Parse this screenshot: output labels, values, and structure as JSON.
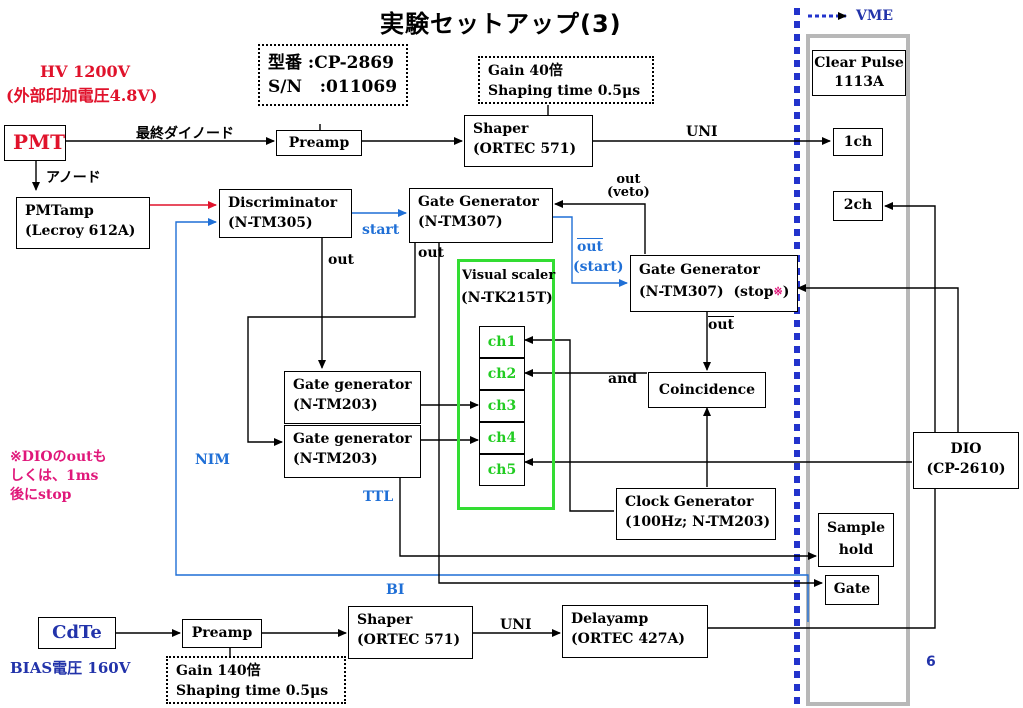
{
  "title": "実験セットアップ(3)",
  "page_number": "6",
  "vme": {
    "label": "VME",
    "clear_pulse": [
      "Clear Pulse",
      "1113A"
    ],
    "ch1": "1ch",
    "ch2": "2ch",
    "sample_hold": [
      "Sample",
      "hold"
    ],
    "gate": "Gate"
  },
  "hv": {
    "line1": "HV 1200V",
    "line2": "(外部印加電圧4.8V)"
  },
  "pmt": {
    "label": "PMT",
    "last_dynode": "最終ダイノード",
    "anode": "アノード"
  },
  "preamp_note": {
    "line1": "型番 :CP-2869",
    "line2": "S/N   :011069"
  },
  "gain_note_top": {
    "line1": "Gain 40倍",
    "line2": "Shaping time 0.5μs"
  },
  "preamp_top": "Preamp",
  "shaper_top": [
    "Shaper",
    "(ORTEC 571)"
  ],
  "uni_top": "UNI",
  "pmtamp": [
    "PMTamp",
    "(Lecroy 612A)"
  ],
  "discriminator": [
    "Discriminator",
    "(N-TM305)"
  ],
  "gate_gen1": [
    "Gate Generator",
    "(N-TM307)"
  ],
  "gate_gen2": [
    "Gate Generator",
    "(N-TM307)"
  ],
  "stop_label": "(stop",
  "stop_mark": "※",
  "stop_close": ")",
  "out_veto": [
    "out",
    "(veto)"
  ],
  "out_start": [
    "out",
    "(start)"
  ],
  "out_bar": "out",
  "start_label": "start",
  "out_disc": "out",
  "out_gg1": "out",
  "scaler": {
    "title": "Visual scaler",
    "model": "(N-TK215T)",
    "channels": [
      "ch1",
      "ch2",
      "ch3",
      "ch4",
      "ch5"
    ]
  },
  "gg203a": [
    "Gate generator",
    "(N-TM203)"
  ],
  "gg203b": [
    "Gate generator",
    "(N-TM203)"
  ],
  "coincidence": "Coincidence",
  "and_label": "and",
  "clock": [
    "Clock Generator",
    "(100Hz; N-TM203)"
  ],
  "dio": [
    "DIO",
    "(CP-2610)"
  ],
  "dio_note": [
    "※DIOのoutも",
    "しくは、1ms",
    "後にstop"
  ],
  "nim": "NIM",
  "ttl": "TTL",
  "bi": "BI",
  "cdte": {
    "label": "CdTe",
    "bias": "BIAS電圧 160V"
  },
  "preamp_bottom": "Preamp",
  "shaper_bottom": [
    "Shaper",
    "(ORTEC 571)"
  ],
  "uni_bottom": "UNI",
  "delayamp": [
    "Delayamp",
    "(ORTEC 427A)"
  ],
  "gain_note_bottom": {
    "line1": "Gain 140倍",
    "line2": "Shaping time 0.5μs"
  },
  "colors": {
    "red": "#e0122b",
    "blue": "#1f6fd6",
    "green": "#22cc22",
    "navy": "#2233aa",
    "vme_bus": "#2233cc",
    "vme_frame": "#b8b8b8"
  }
}
